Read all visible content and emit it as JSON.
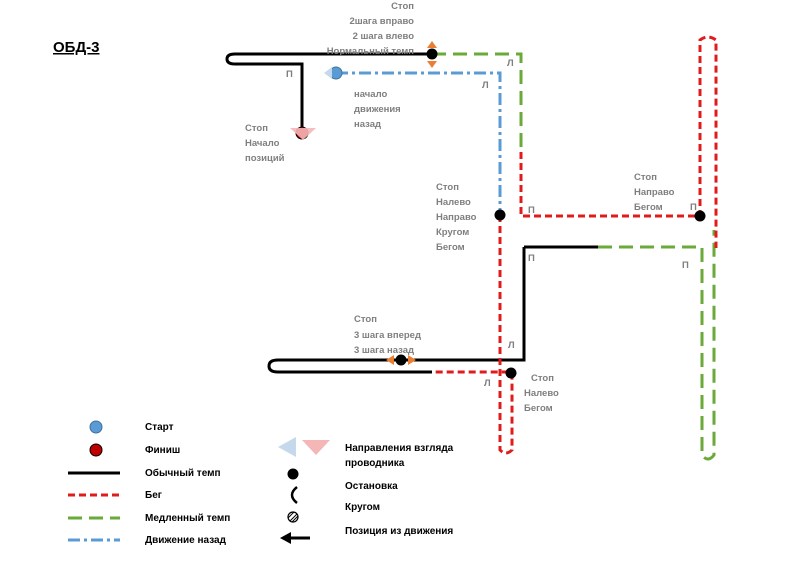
{
  "title": "ОБД-3",
  "colors": {
    "normal": "#000000",
    "run": "#e01b1b",
    "slow": "#6aaa3a",
    "back": "#5b9bd5",
    "start": "#5b9bd5",
    "finish": "#c00000",
    "ann_text": "#7f7f7f",
    "arrow": "#ed7d31",
    "look_left": "#c6d9ec",
    "look_right": "#f4b6b6"
  },
  "annotations": {
    "top_center": [
      "Стоп",
      "2шага вправо",
      "2 шага влево",
      "Нормальный темп"
    ],
    "back_start": [
      "начало",
      "движения",
      "назад"
    ],
    "finish": [
      "Стоп",
      "Начало",
      "позиций"
    ],
    "middle": [
      "Стоп",
      "Налево",
      "Направо",
      "Кругом",
      "Бегом"
    ],
    "right": [
      "Стоп",
      "Направо",
      "Бегом"
    ],
    "lower": [
      "Стоп",
      "3 шага вперед",
      "3 шага назад"
    ],
    "bottom": [
      "Стоп",
      "Налево",
      "Бегом"
    ]
  },
  "side_labels": {
    "p_finish": "П",
    "l_top_right": "Л",
    "l_back": "Л",
    "p_mid": "П",
    "p_right": "П",
    "p_junction": "П",
    "p_right_lower": "П",
    "l_lower": "Л",
    "l_bottom": "Л"
  },
  "legend": {
    "start": "Старт",
    "finish": "Финиш",
    "normal": "Обычный темп",
    "run": "Бег",
    "slow": "Медленный темп",
    "back": "Движение назад",
    "look": "Направления взгляда",
    "look2": "проводника",
    "stop": "Остановка",
    "turn": "Кругом",
    "position": "Позиция из движения"
  }
}
